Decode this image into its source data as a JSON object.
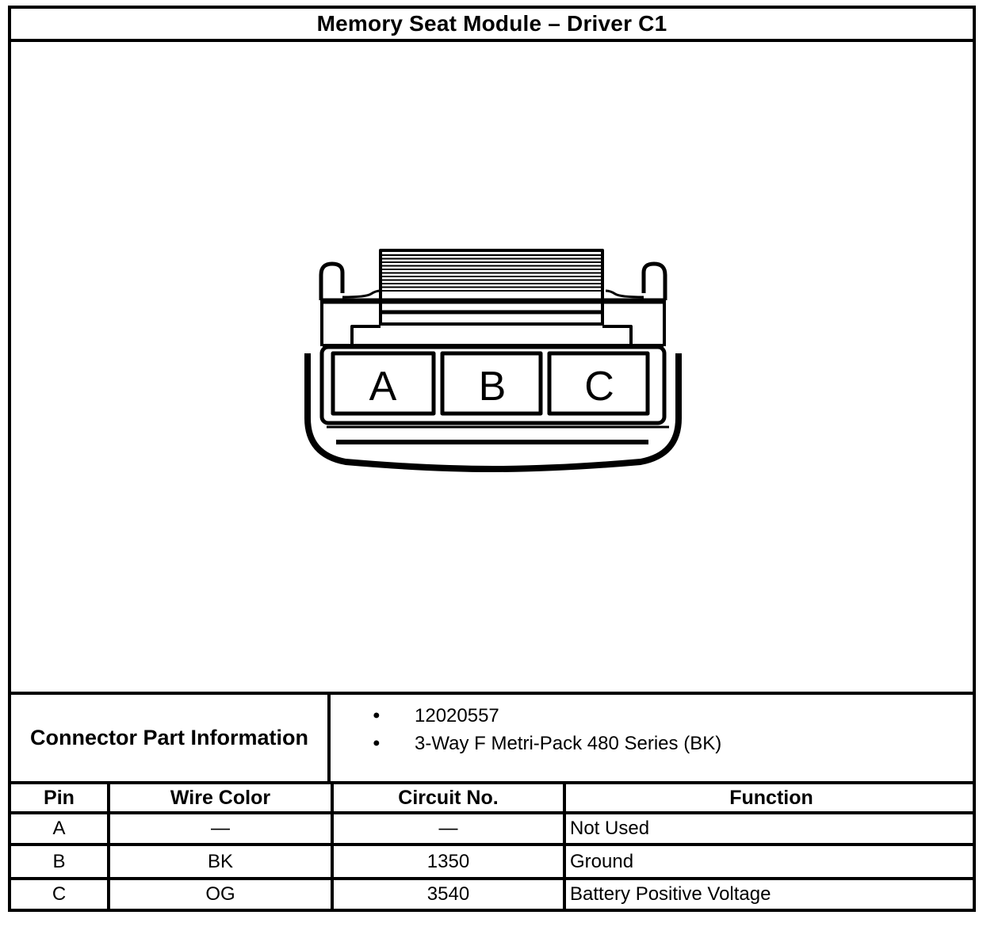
{
  "title": "Memory Seat Module – Driver C1",
  "connector": {
    "pins": [
      "A",
      "B",
      "C"
    ],
    "part_info_label": "Connector Part Information",
    "part_info_items": [
      "12020557",
      "3-Way F Metri-Pack 480 Series (BK)"
    ]
  },
  "pin_table": {
    "headers": [
      "Pin",
      "Wire Color",
      "Circuit No.",
      "Function"
    ],
    "rows": [
      {
        "pin": "A",
        "wire_color": "—",
        "circuit_no": "—",
        "function": "Not Used"
      },
      {
        "pin": "B",
        "wire_color": "BK",
        "circuit_no": "1350",
        "function": "Ground"
      },
      {
        "pin": "C",
        "wire_color": "OG",
        "circuit_no": "3540",
        "function": "Battery Positive Voltage"
      }
    ]
  },
  "icons": {
    "bullet": "●"
  },
  "colors": {
    "ink": "#000000",
    "paper": "#ffffff"
  }
}
